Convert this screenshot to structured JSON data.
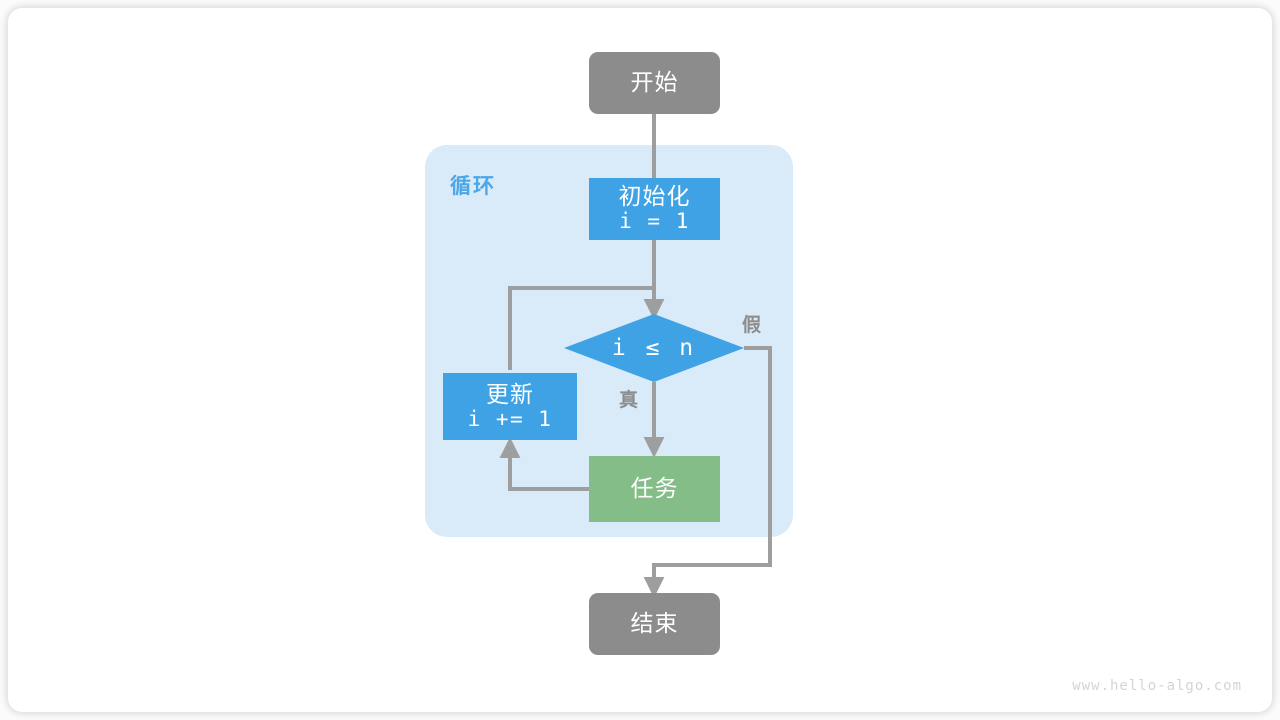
{
  "diagram": {
    "title_watermark": "www.hello-algo.com",
    "loop_label": "循环",
    "nodes": {
      "start": {
        "label": "开始",
        "color": "#8c8c8c",
        "shape": "terminal"
      },
      "init": {
        "label": "初始化",
        "expr": "i = 1",
        "color": "#3fa2e5",
        "shape": "process"
      },
      "condition": {
        "label": "i ≤ n",
        "color": "#3fa2e5",
        "shape": "diamond"
      },
      "update": {
        "label": "更新",
        "expr": "i += 1",
        "color": "#3fa2e5",
        "shape": "process"
      },
      "task": {
        "label": "任务",
        "color": "#84bd88",
        "shape": "process"
      },
      "end": {
        "label": "结束",
        "color": "#8c8c8c",
        "shape": "terminal"
      }
    },
    "edges": {
      "true_label": "真",
      "false_label": "假",
      "line_color": "#9e9e9e"
    },
    "palette": {
      "panel_bg": "#d9eaf9",
      "blue": "#3fa2e5",
      "green": "#84bd88",
      "gray": "#8c8c8c",
      "line": "#9e9e9e",
      "loop_text": "#4aa7e8",
      "page_bg": "#ffffff"
    }
  }
}
